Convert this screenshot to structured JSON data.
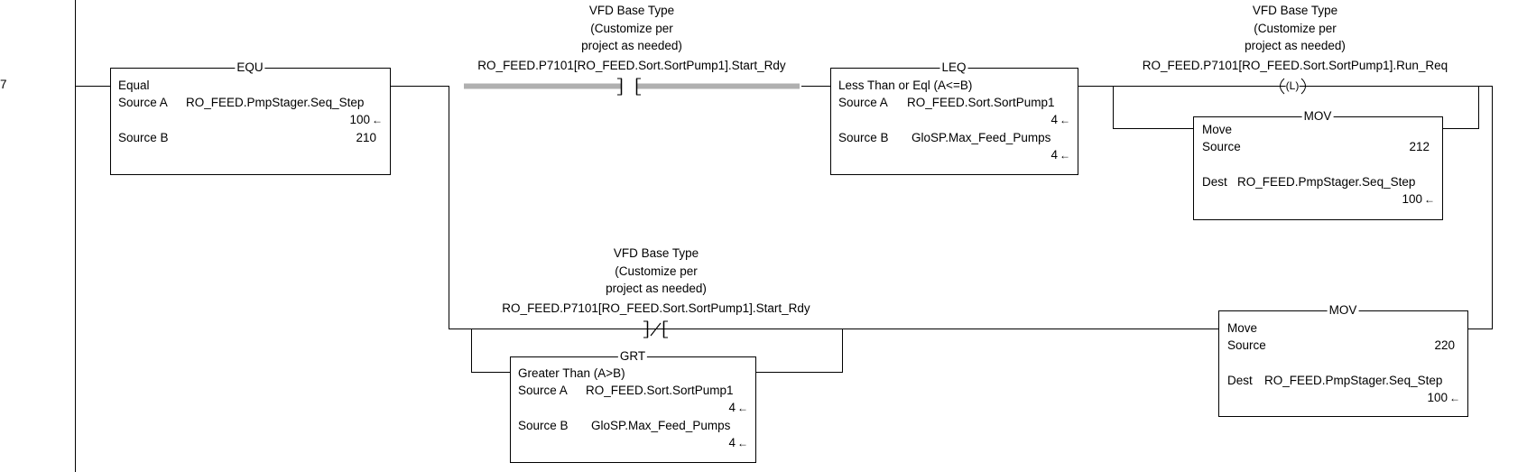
{
  "rung": {
    "number": "7"
  },
  "equ": {
    "mnemonic": "EQU",
    "title": "Equal",
    "source_a_label": "Source A",
    "source_a_tag": "RO_FEED.PmpStager.Seq_Step",
    "source_a_value": "100",
    "source_b_label": "Source B",
    "source_b_value": "210"
  },
  "xic_start": {
    "desc1": "VFD Base Type",
    "desc2": "(Customize per",
    "desc3": "project as needed)",
    "tag": "RO_FEED.P7101[RO_FEED.Sort.SortPump1].Start_Rdy"
  },
  "leq": {
    "mnemonic": "LEQ",
    "title": "Less Than or Eql (A<=B)",
    "source_a_label": "Source A",
    "source_a_tag": "RO_FEED.Sort.SortPump1",
    "source_a_value": "4",
    "source_b_label": "Source B",
    "source_b_tag": "GloSP.Max_Feed_Pumps",
    "source_b_value": "4"
  },
  "otl_run": {
    "desc1": "VFD Base Type",
    "desc2": "(Customize per",
    "desc3": "project as needed)",
    "tag": "RO_FEED.P7101[RO_FEED.Sort.SortPump1].Run_Req",
    "symbol": "(L)"
  },
  "mov1": {
    "mnemonic": "MOV",
    "title": "Move",
    "source_label": "Source",
    "source_value": "212",
    "dest_label": "Dest",
    "dest_tag": "RO_FEED.PmpStager.Seq_Step",
    "dest_value": "100"
  },
  "xio_start": {
    "desc1": "VFD Base Type",
    "desc2": "(Customize per",
    "desc3": "project as needed)",
    "tag": "RO_FEED.P7101[RO_FEED.Sort.SortPump1].Start_Rdy"
  },
  "grt": {
    "mnemonic": "GRT",
    "title": "Greater Than (A>B)",
    "source_a_label": "Source A",
    "source_a_tag": "RO_FEED.Sort.SortPump1",
    "source_a_value": "4",
    "source_b_label": "Source B",
    "source_b_tag": "GloSP.Max_Feed_Pumps",
    "source_b_value": "4"
  },
  "mov2": {
    "mnemonic": "MOV",
    "title": "Move",
    "source_label": "Source",
    "source_value": "220",
    "dest_label": "Dest",
    "dest_tag": "RO_FEED.PmpStager.Seq_Step",
    "dest_value": "100"
  },
  "icons": {
    "value_arrow": "left-arrow-icon"
  }
}
